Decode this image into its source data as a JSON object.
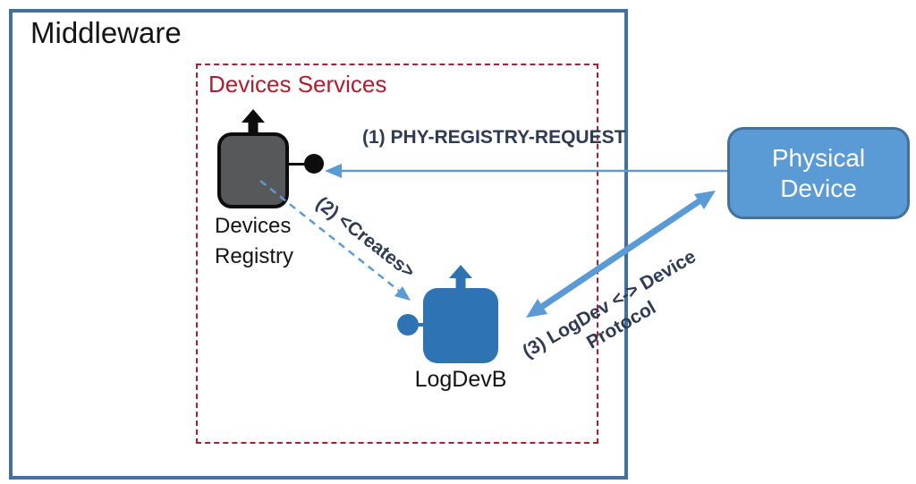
{
  "diagram": {
    "middleware": {
      "title": "Middleware"
    },
    "devices_services": {
      "title": "Devices Services"
    },
    "nodes": {
      "devices_registry": {
        "label": "Devices Registry",
        "shape": "uml-component",
        "fill": "#57585A"
      },
      "logdevb": {
        "label": "LogDevB",
        "shape": "uml-component",
        "fill": "#2E74B5"
      },
      "physical_device": {
        "label": "Physical Device",
        "shape": "rounded-rectangle",
        "fill": "#5B9BD5"
      }
    },
    "arrows": {
      "phy_registry_request": {
        "label": "(1) PHY-REGISTRY-REQUEST",
        "style": "solid-thin",
        "direction": "physical-device-to-devices-registry"
      },
      "creates": {
        "label": "(2) <Creates>",
        "style": "dashed",
        "direction": "devices-registry-to-logdevb"
      },
      "logdev_protocol": {
        "label_lines": [
          "(3) LogDev <-> Device",
          "Protocol"
        ],
        "style": "solid-thick",
        "direction": "bidirectional-logdevb-physical-device"
      }
    },
    "colors": {
      "middleware_border": "#41719C",
      "devices_services_red": "#B01E2E",
      "arrow_blue": "#5B9BD5",
      "node_blue": "#2E74B5",
      "node_gray": "#57585A",
      "label_navy": "#2E3B52",
      "physical_device_fill": "#5B9BD5",
      "physical_device_border": "#41719C",
      "physical_device_text": "#FFFFFF"
    }
  }
}
